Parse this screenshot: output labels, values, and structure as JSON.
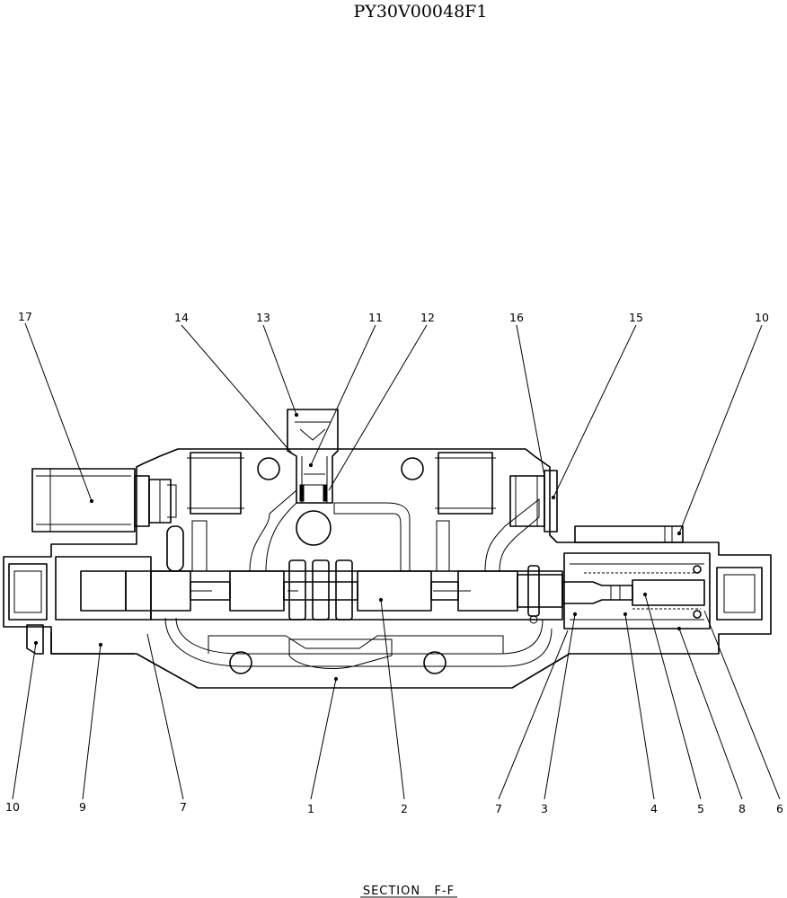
{
  "document_id": "PY30V00048F1",
  "caption": "SECTION   F-F",
  "callouts": {
    "c17": "17",
    "c14": "14",
    "c13": "13",
    "c11": "11",
    "c12": "12",
    "c16": "16",
    "c15": "15",
    "c10_top": "10",
    "c10_bottom": "10",
    "c9": "9",
    "c7_left": "7",
    "c1": "1",
    "c2": "2",
    "c7_right": "7",
    "c3": "3",
    "c4": "4",
    "c5": "5",
    "c8": "8",
    "c6": "6"
  }
}
